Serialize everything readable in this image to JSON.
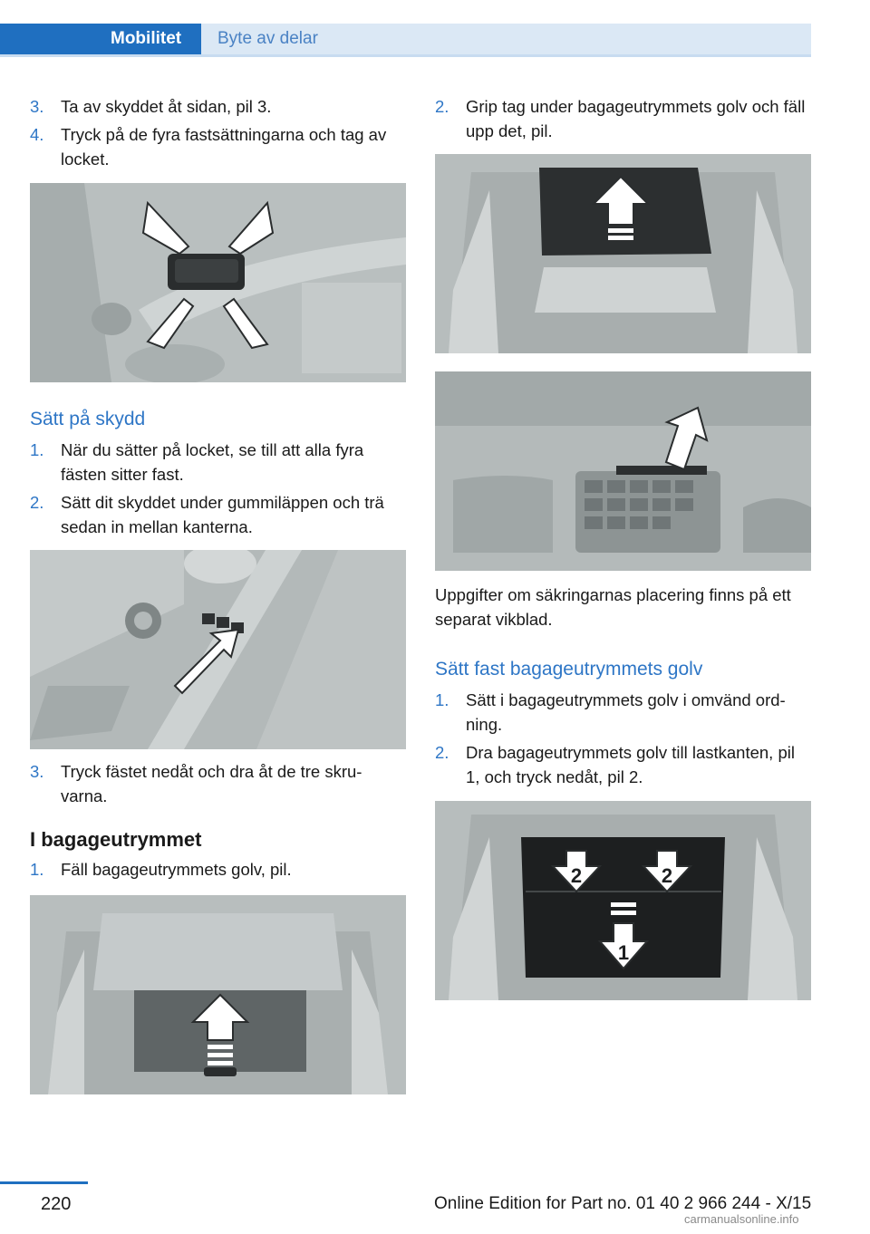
{
  "header": {
    "tab_active": "Mobilitet",
    "tab_inactive": "Byte av delar"
  },
  "left": {
    "steps_a": [
      {
        "num": "3.",
        "text": "Ta av skyddet åt sidan, pil 3."
      },
      {
        "num": "4.",
        "text": "Tryck på de fyra fastsättningarna och tag av locket."
      }
    ],
    "heading_blue": "Sätt på skydd",
    "steps_b": [
      {
        "num": "1.",
        "text": "När du sätter på locket, se till att alla fyra fästen sitter fast."
      },
      {
        "num": "2.",
        "text": "Sätt dit skyddet under gummiläppen och trä sedan in mellan kanterna."
      }
    ],
    "steps_c": [
      {
        "num": "3.",
        "text": "Tryck fästet nedåt och dra åt de tre skru-varna."
      }
    ],
    "heading_black": "I bagageutrymmet",
    "steps_d": [
      {
        "num": "1.",
        "text": "Fäll bagageutrymmets golv, pil."
      }
    ]
  },
  "right": {
    "steps_a": [
      {
        "num": "2.",
        "text": "Grip tag under bagageutrymmets golv och fäll upp det, pil."
      }
    ],
    "para": "Uppgifter om säkringarnas placering finns på ett separat vikblad.",
    "heading_blue": "Sätt fast bagageutrymmets golv",
    "steps_b": [
      {
        "num": "1.",
        "text": "Sätt i bagageutrymmets golv i omvänd ord-ning."
      },
      {
        "num": "2.",
        "text": "Dra bagageutrymmets golv till lastkanten, pil 1, och tryck nedåt, pil 2."
      }
    ],
    "fig_labels": {
      "one": "1",
      "two": "2"
    }
  },
  "footer": {
    "page_number": "220",
    "edition": "Online Edition for Part no. 01 40 2 966 244 - X/15",
    "watermark": "carmanualsonline.info"
  }
}
